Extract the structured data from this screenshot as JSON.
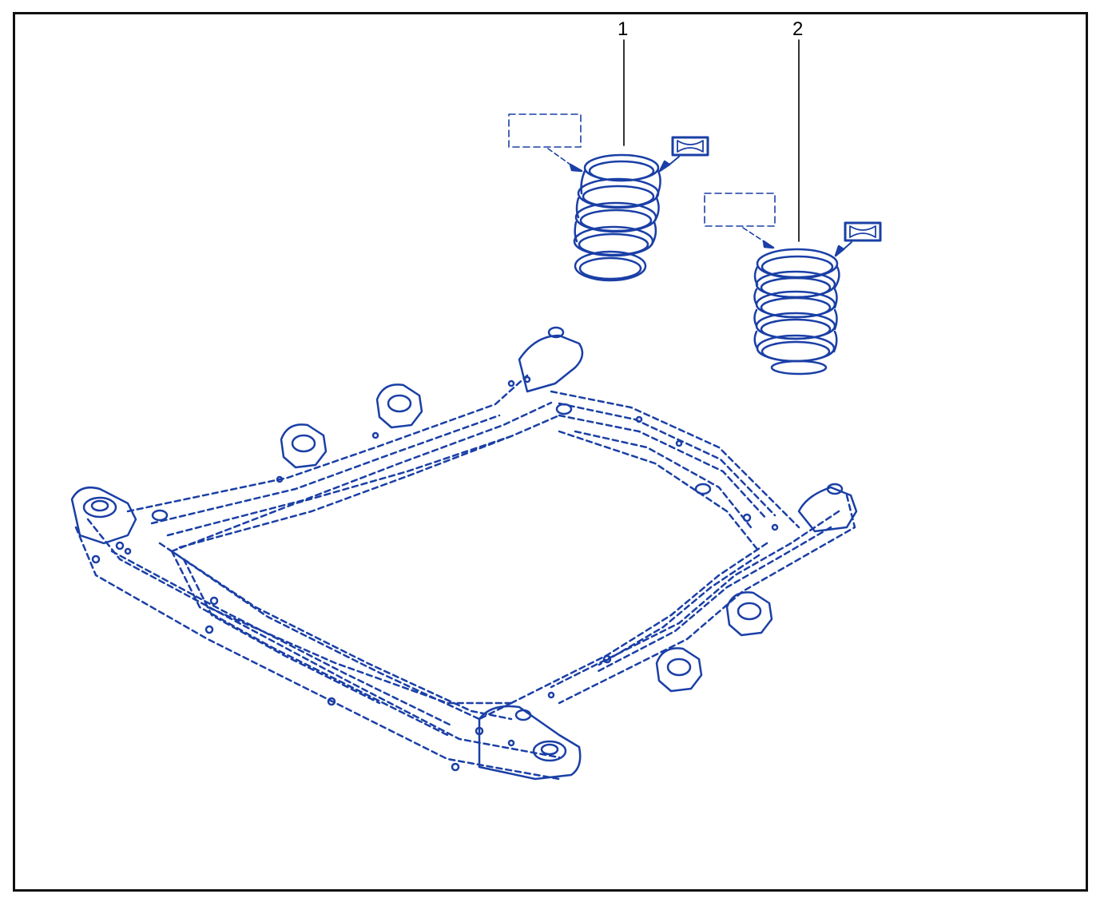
{
  "diagram": {
    "callouts": [
      {
        "id": "1",
        "label": "1"
      },
      {
        "id": "2",
        "label": "2"
      }
    ],
    "colors": {
      "linework": "#1a3fa6",
      "frame": "#111111",
      "background": "#ffffff",
      "leader": "#000000"
    },
    "icons": [
      "coil-spring-icon",
      "subframe-icon",
      "reference-box-icon",
      "part-symbol-icon"
    ]
  }
}
